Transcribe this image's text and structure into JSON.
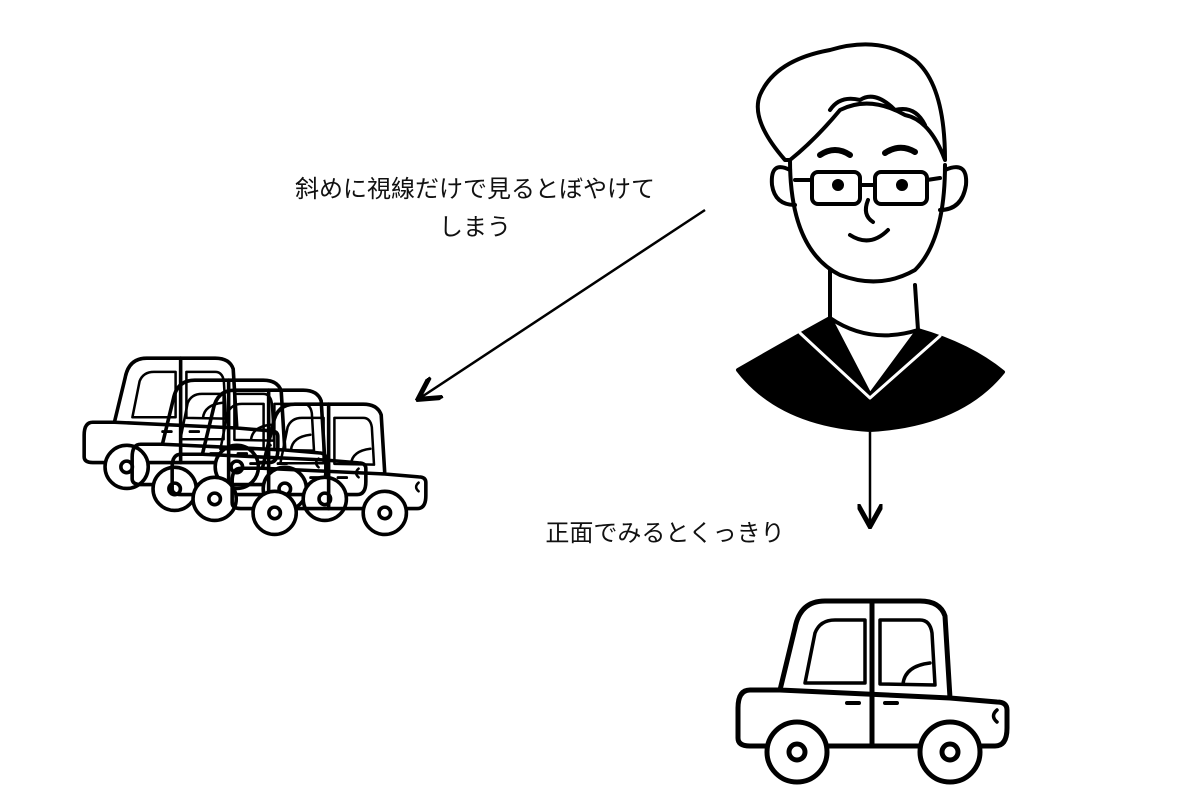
{
  "captions": {
    "oblique_line1": "斜めに視線だけで見るとぼやけて",
    "oblique_line2": "しまう",
    "front": "正面でみるとくっきり"
  },
  "colors": {
    "ink": "#000000",
    "background": "#ffffff"
  },
  "icons": [
    "person-illustration",
    "blurred-car-cluster",
    "clear-car",
    "arrow-to-blurred-car",
    "arrow-to-clear-car"
  ]
}
